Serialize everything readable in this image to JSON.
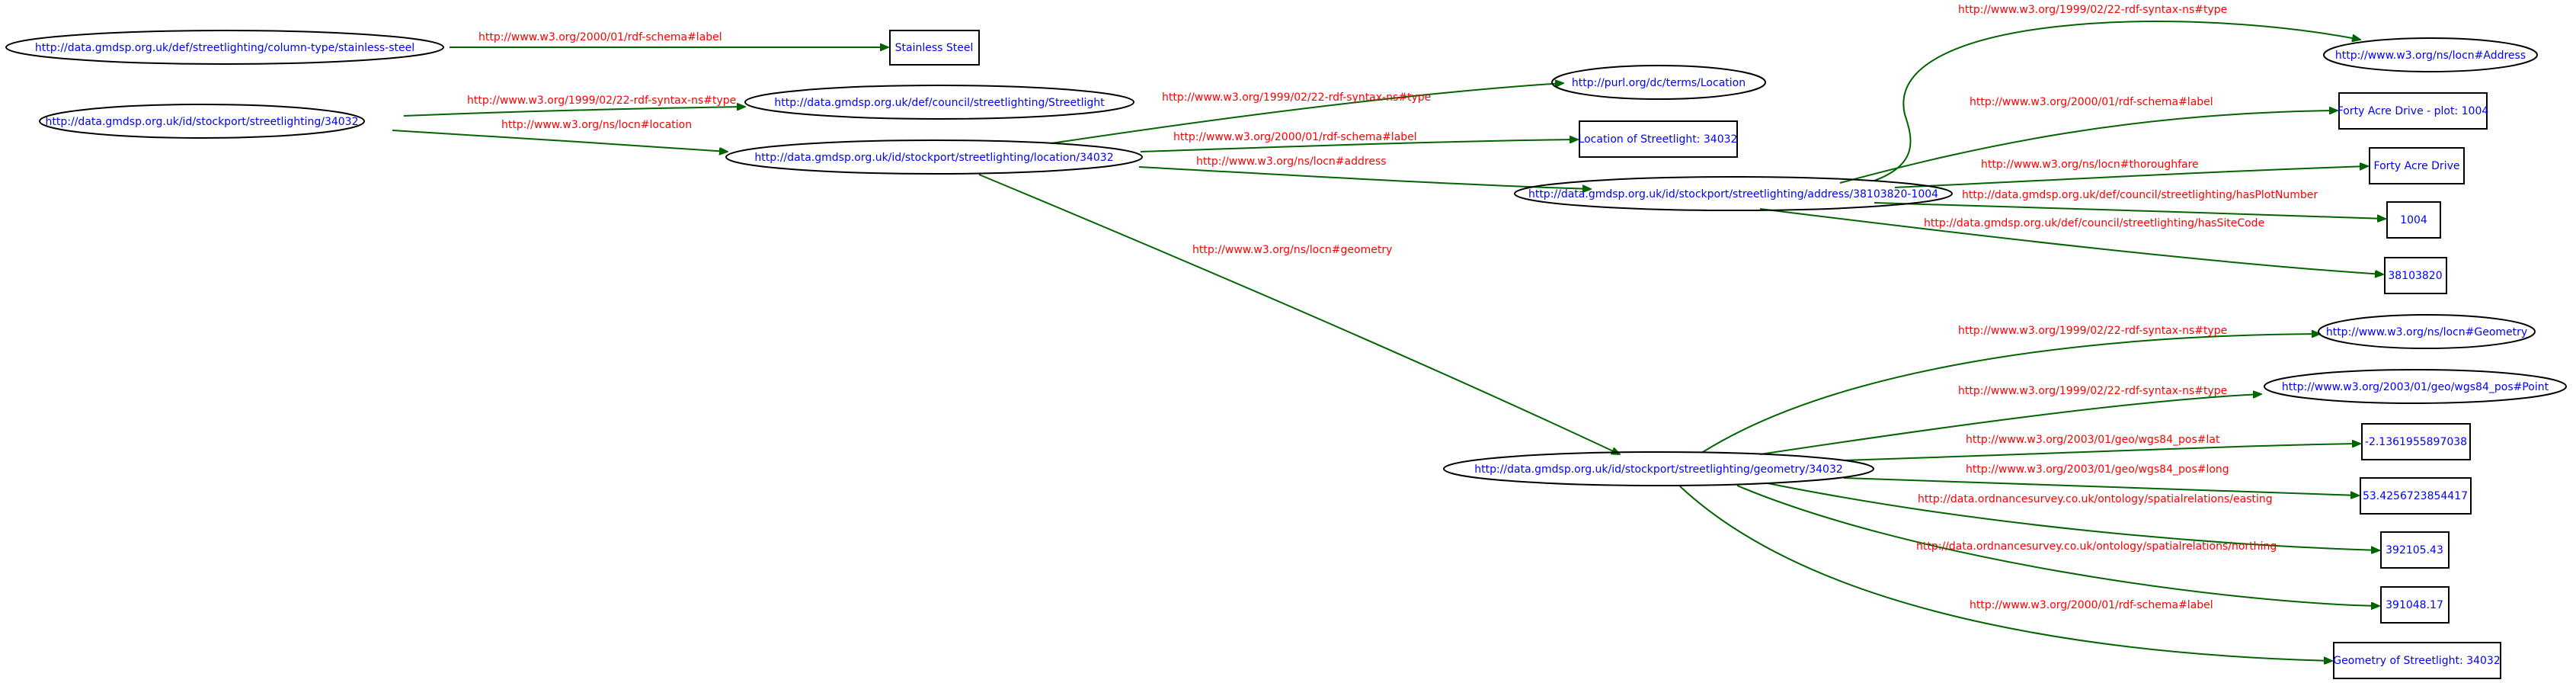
{
  "colors": {
    "node_text": "#0000ff",
    "edge_text": "#ff0000",
    "edge_line": "#006400",
    "node_border": "#000000"
  },
  "nodes": {
    "stainless_uri": "http://data.gmdsp.org.uk/def/streetlighting/column-type/stainless-steel",
    "stainless_lit": "Stainless Steel",
    "streetlight_uri": "http://data.gmdsp.org.uk/id/stockport/streetlighting/34032",
    "streetlight_class": "http://data.gmdsp.org.uk/def/council/streetlighting/Streetlight",
    "location_uri": "http://data.gmdsp.org.uk/id/stockport/streetlighting/location/34032",
    "dc_location": "http://purl.org/dc/terms/Location",
    "location_lit": "Location of Streetlight: 34032",
    "address_uri": "http://data.gmdsp.org.uk/id/stockport/streetlighting/address/38103820-1004",
    "locn_address": "http://www.w3.org/ns/locn#Address",
    "address_label": "Forty Acre Drive - plot: 1004",
    "thoroughfare": "Forty Acre Drive",
    "plot_number": "1004",
    "site_code": "38103820",
    "geometry_uri": "http://data.gmdsp.org.uk/id/stockport/streetlighting/geometry/34032",
    "locn_geometry": "http://www.w3.org/ns/locn#Geometry",
    "wgs84_point": "http://www.w3.org/2003/01/geo/wgs84_pos#Point",
    "lat": "-2.1361955897038",
    "long": "53.4256723854417",
    "easting": "392105.43",
    "northing": "391048.17",
    "geometry_label": "Geometry of Streetlight: 34032"
  },
  "edges": {
    "stainless_label": "http://www.w3.org/2000/01/rdf-schema#label",
    "sl_type": "http://www.w3.org/1999/02/22-rdf-syntax-ns#type",
    "sl_location": "http://www.w3.org/ns/locn#location",
    "loc_type": "http://www.w3.org/1999/02/22-rdf-syntax-ns#type",
    "loc_label": "http://www.w3.org/2000/01/rdf-schema#label",
    "loc_address": "http://www.w3.org/ns/locn#address",
    "loc_geometry": "http://www.w3.org/ns/locn#geometry",
    "addr_type": "http://www.w3.org/1999/02/22-rdf-syntax-ns#type",
    "addr_label": "http://www.w3.org/2000/01/rdf-schema#label",
    "addr_thoroughfare": "http://www.w3.org/ns/locn#thoroughfare",
    "addr_plot": "http://data.gmdsp.org.uk/def/council/streetlighting/hasPlotNumber",
    "addr_site": "http://data.gmdsp.org.uk/def/council/streetlighting/hasSiteCode",
    "geo_type1": "http://www.w3.org/1999/02/22-rdf-syntax-ns#type",
    "geo_type2": "http://www.w3.org/1999/02/22-rdf-syntax-ns#type",
    "geo_lat": "http://www.w3.org/2003/01/geo/wgs84_pos#lat",
    "geo_long": "http://www.w3.org/2003/01/geo/wgs84_pos#long",
    "geo_easting": "http://data.ordnancesurvey.co.uk/ontology/spatialrelations/easting",
    "geo_northing": "http://data.ordnancesurvey.co.uk/ontology/spatialrelations/northing",
    "geo_label": "http://www.w3.org/2000/01/rdf-schema#label"
  }
}
